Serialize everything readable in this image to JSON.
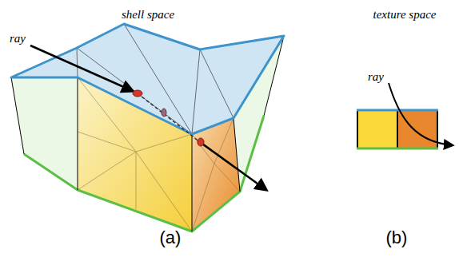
{
  "diagram": {
    "labels": [
      "shell space",
      "ray",
      "(a)",
      "texture space",
      "ray",
      "(b)"
    ]
  }
}
